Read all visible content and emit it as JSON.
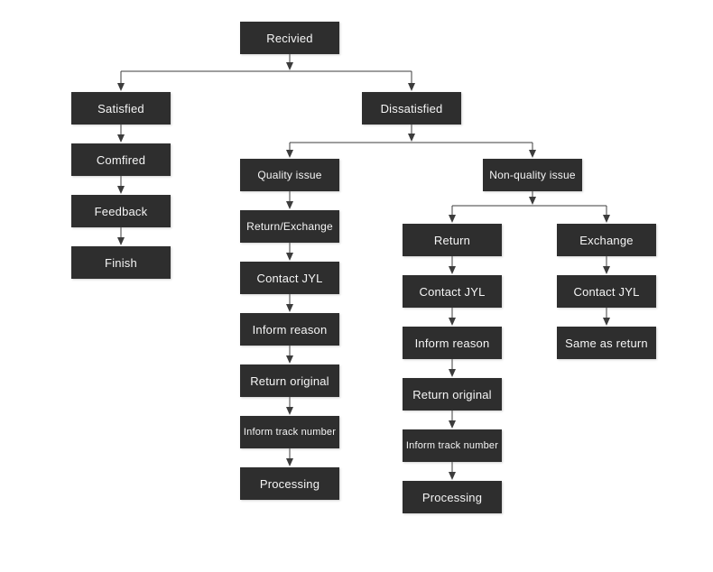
{
  "diagram": {
    "type": "flowchart",
    "background_color": "#ffffff",
    "node_fill_color": "#2e2e2e",
    "node_text_color": "#f5f5f5",
    "connector_color": "#3c3c3c",
    "nodes": {
      "received": "Recivied",
      "satisfied": "Satisfied",
      "comfired": "Comfired",
      "feedback": "Feedback",
      "finish": "Finish",
      "dissatisfied": "Dissatisfied",
      "quality_issue": "Quality issue",
      "q_return_exchange": "Return/Exchange",
      "q_contact": "Contact JYL",
      "q_inform_reason": "Inform reason",
      "q_return_original": "Return original",
      "q_inform_track": "Inform track number",
      "q_processing": "Processing",
      "non_quality_issue": "Non-quality issue",
      "r_return": "Return",
      "r_contact": "Contact JYL",
      "r_inform_reason": "Inform reason",
      "r_return_original": "Return original",
      "r_inform_track": "Inform track number",
      "r_processing": "Processing",
      "e_exchange": "Exchange",
      "e_contact": "Contact JYL",
      "e_same_as_return": "Same as return"
    },
    "edges": [
      [
        "received",
        "satisfied"
      ],
      [
        "received",
        "dissatisfied"
      ],
      [
        "satisfied",
        "comfired"
      ],
      [
        "comfired",
        "feedback"
      ],
      [
        "feedback",
        "finish"
      ],
      [
        "dissatisfied",
        "quality_issue"
      ],
      [
        "dissatisfied",
        "non_quality_issue"
      ],
      [
        "quality_issue",
        "q_return_exchange"
      ],
      [
        "q_return_exchange",
        "q_contact"
      ],
      [
        "q_contact",
        "q_inform_reason"
      ],
      [
        "q_inform_reason",
        "q_return_original"
      ],
      [
        "q_return_original",
        "q_inform_track"
      ],
      [
        "q_inform_track",
        "q_processing"
      ],
      [
        "non_quality_issue",
        "r_return"
      ],
      [
        "non_quality_issue",
        "e_exchange"
      ],
      [
        "r_return",
        "r_contact"
      ],
      [
        "r_contact",
        "r_inform_reason"
      ],
      [
        "r_inform_reason",
        "r_return_original"
      ],
      [
        "r_return_original",
        "r_inform_track"
      ],
      [
        "r_inform_track",
        "r_processing"
      ],
      [
        "e_exchange",
        "e_contact"
      ],
      [
        "e_contact",
        "e_same_as_return"
      ]
    ]
  }
}
